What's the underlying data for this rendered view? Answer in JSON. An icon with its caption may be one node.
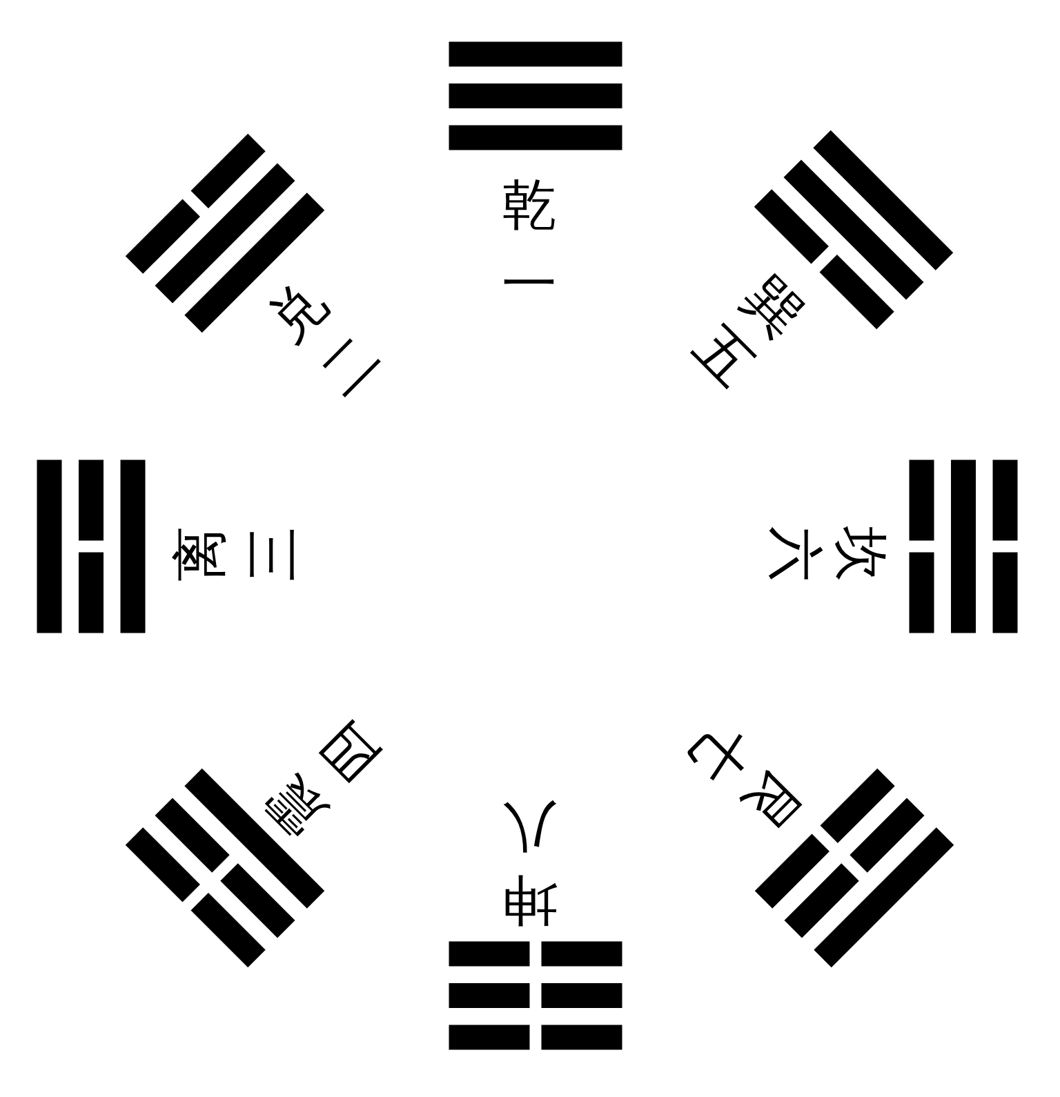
{
  "diagram": {
    "labels": [
      "乾一",
      "兑二",
      "巽五",
      "离三",
      "坎六",
      "震四",
      "艮七",
      "坤八"
    ]
  }
}
